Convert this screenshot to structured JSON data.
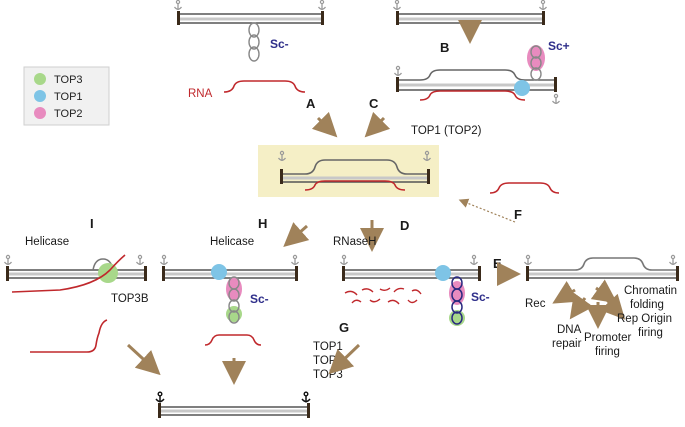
{
  "legend": [
    {
      "label": "TOP3",
      "color": "#a8d88a"
    },
    {
      "label": "TOP1",
      "color": "#7ec4e6"
    },
    {
      "label": "TOP2",
      "color": "#e88bbf"
    }
  ],
  "labels": {
    "sc_minus": "Sc-",
    "sc_plus": "Sc+",
    "rna": "RNA",
    "step_a": "A",
    "step_b": "B",
    "step_c": "C",
    "step_d": "D",
    "step_e": "E",
    "step_f": "F",
    "step_g": "G",
    "step_h": "H",
    "step_i": "I",
    "top1_top2": "TOP1 (TOP2)",
    "helicase": "Helicase",
    "rnaseh": "RNaseH",
    "top3b": "TOP3B",
    "top_list": [
      "TOP1",
      "TOP2",
      "TOP3"
    ],
    "rec": "Rec",
    "dna_repair": [
      "DNA",
      "repair"
    ],
    "promoter_firing": [
      "Promoter",
      "firing"
    ],
    "rep_origin_firing": [
      "Rep Origin",
      "firing"
    ],
    "chromatin_folding": [
      "Chromatin",
      "folding"
    ]
  },
  "colors": {
    "dna_dark": "#555555",
    "dna_light": "#c8c8c8",
    "rna": "#c0282c",
    "arrow": "#a0825a",
    "highlight": "#f5efc6",
    "top3": "#a8d88a",
    "top1": "#7ec4e6",
    "top2": "#e88bbf"
  }
}
